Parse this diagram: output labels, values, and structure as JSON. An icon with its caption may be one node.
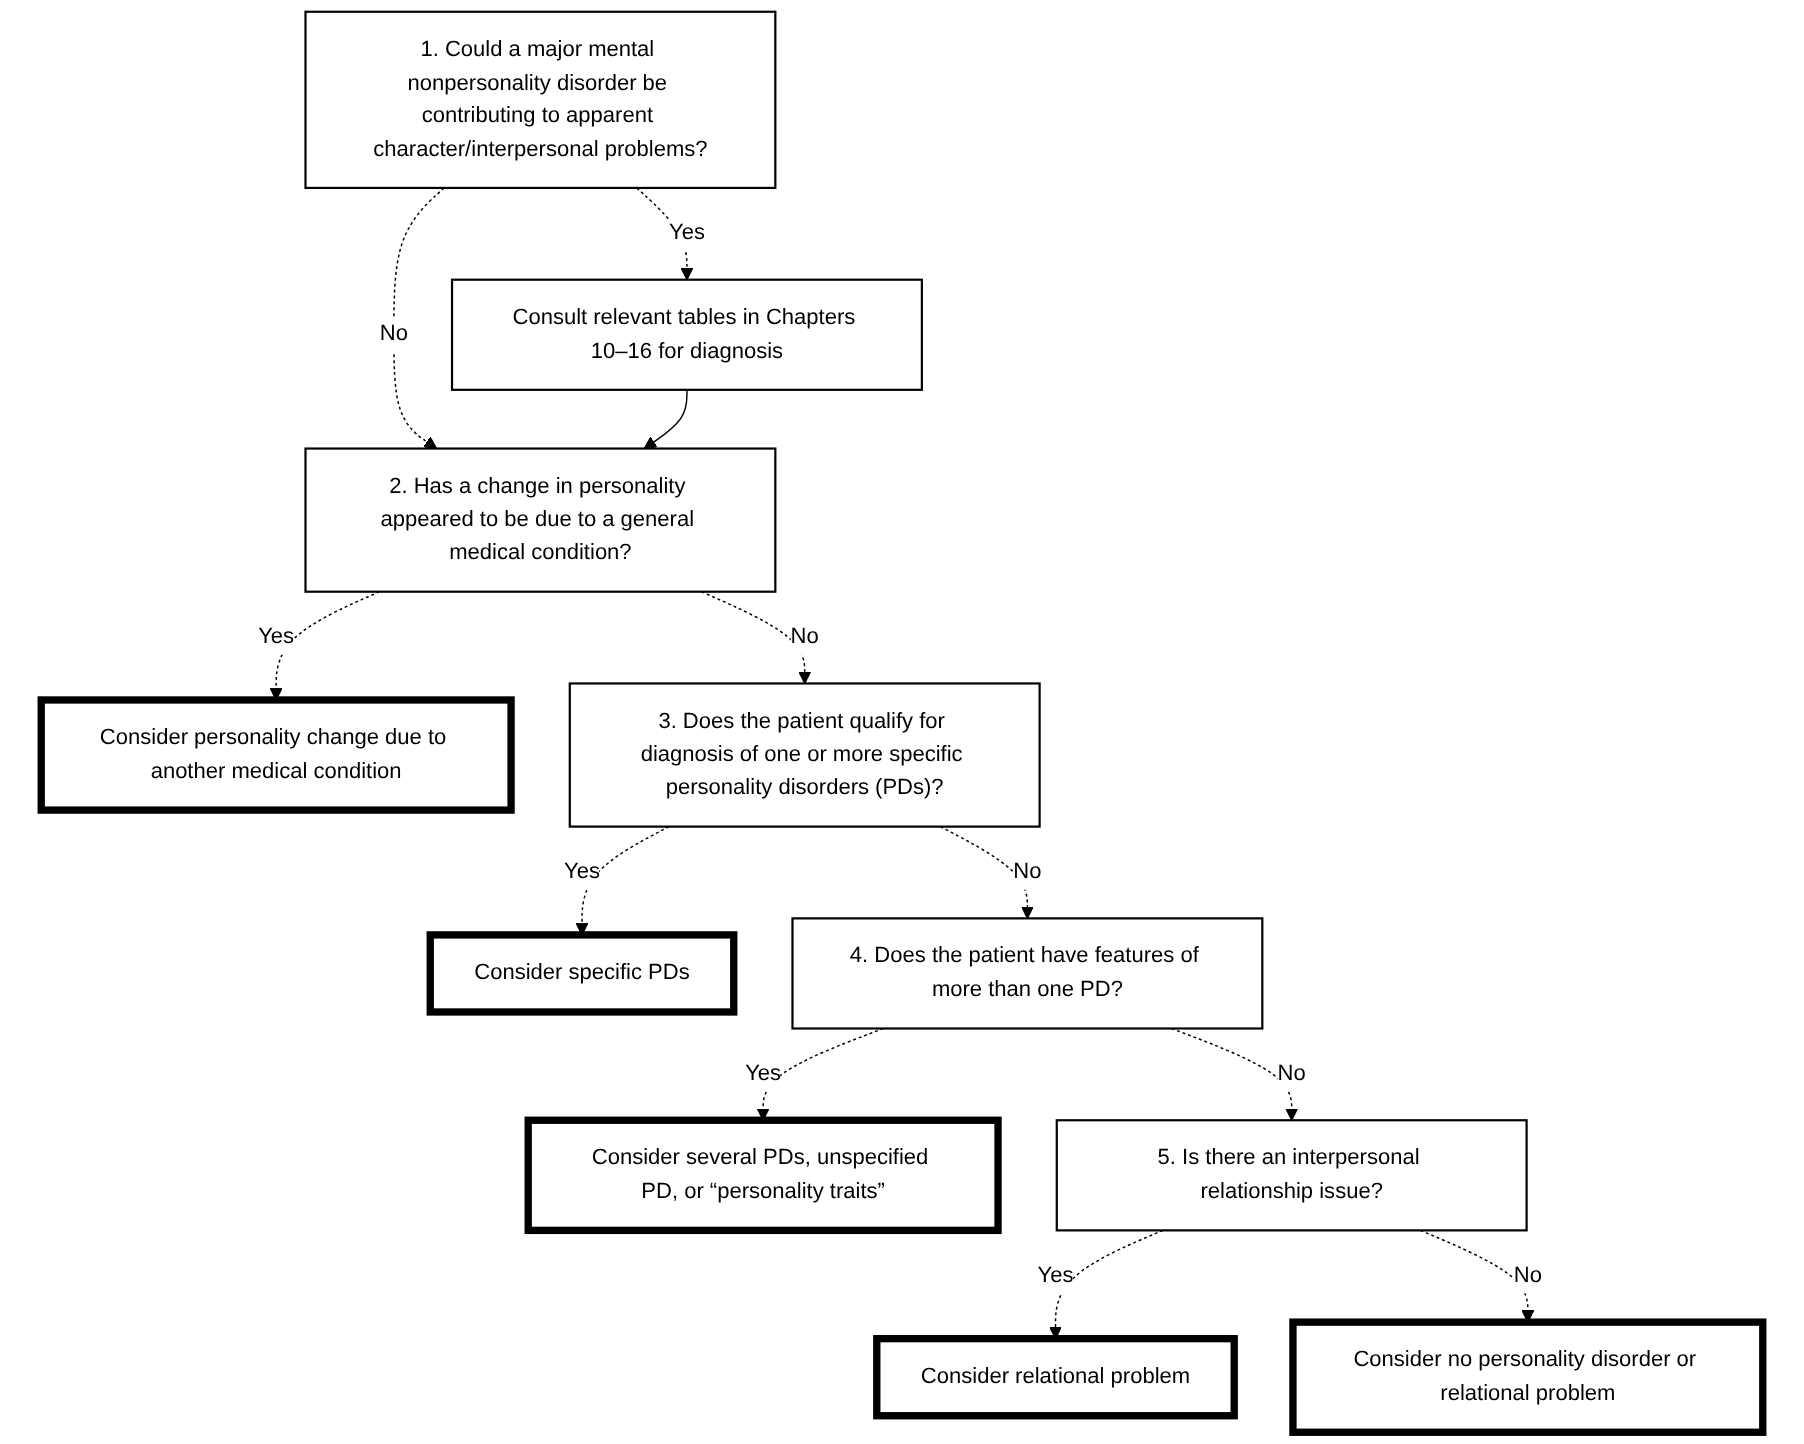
{
  "diagram": {
    "nodes": [
      {
        "text": [
          "1. Could a major mental nonpersonality disorder be contributing to apparent character/interpersonal problems?"
        ]
      },
      {
        "text": [
          "Consult relevant tables in Chapters 10–16 for diagnosis"
        ]
      },
      {
        "text": [
          "2. Has a change in personality appeared to be due to a general medical condition?"
        ]
      },
      {
        "text": [
          "Consider personality change due to another medical condition"
        ]
      },
      {
        "text": [
          "3. Does the patient qualify for diagnosis of one or more specific personality disorders (PDs)?"
        ]
      },
      {
        "text": [
          "Consider specific PDs"
        ]
      },
      {
        "text": [
          "4. Does the patient have features of more than one PD?"
        ]
      },
      {
        "text": [
          "Consider several PDs, unspecified PD, or “personality traits”"
        ]
      },
      {
        "text": [
          "5. Is there an interpersonal relationship issue?"
        ]
      },
      {
        "text": [
          "Consider relational problem"
        ]
      },
      {
        "text": [
          "Consider no personality disorder or relational problem"
        ]
      }
    ],
    "edges": [
      {
        "from": 0,
        "to": 1,
        "arrow": "to",
        "label": "Yes",
        "style": "dashed"
      },
      {
        "from": 0,
        "to": 2,
        "arrow": "to",
        "label": "No",
        "style": "dashed"
      },
      {
        "from": 1,
        "to": 2,
        "arrow": "to"
      },
      {
        "from": 2,
        "to": 3,
        "arrow": "to",
        "label": "Yes",
        "style": "dashed"
      },
      {
        "from": 2,
        "to": 4,
        "arrow": "to",
        "label": "No",
        "style": "dashed"
      },
      {
        "from": 4,
        "to": 5,
        "arrow": "to",
        "label": "Yes",
        "style": "dashed"
      },
      {
        "from": 4,
        "to": 6,
        "arrow": "to",
        "label": "No",
        "style": "dashed"
      },
      {
        "from": 6,
        "to": 7,
        "arrow": "to",
        "label": "Yes",
        "style": "dashed"
      },
      {
        "from": 6,
        "to": 8,
        "arrow": "to",
        "label": "No",
        "style": "dashed"
      },
      {
        "from": 8,
        "to": 9,
        "arrow": "to",
        "label": "Yes",
        "style": "dashed"
      },
      {
        "from": 8,
        "to": 10,
        "arrow": "to",
        "label": "No",
        "style": "dashed"
      }
    ]
  }
}
